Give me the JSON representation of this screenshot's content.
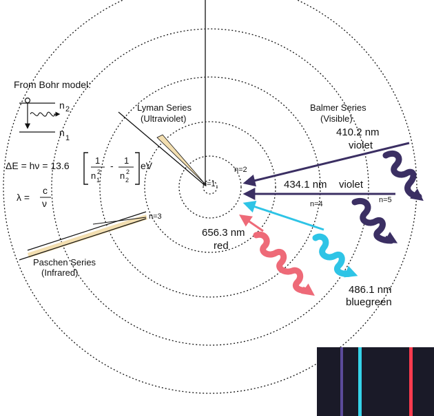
{
  "bohr_box": {
    "title": "From Bohr model:",
    "upper_level": "n",
    "upper_sub": "2",
    "lower_level": "n",
    "lower_sub": "1"
  },
  "formula": {
    "lhs": "ΔE = hν = 13.6",
    "frac1_num": "1",
    "frac1_den": "n",
    "frac1_den_sub": "1",
    "frac1_den_sup": "2",
    "minus": "-",
    "frac2_num": "1",
    "frac2_den": "n",
    "frac2_den_sub": "2",
    "frac2_den_sup": "2",
    "unit": "eV",
    "lambda_lhs": "λ =",
    "lambda_num": "c",
    "lambda_den": "ν"
  },
  "levels": {
    "n1": "n=1",
    "n2": "n=2",
    "n3": "n=3",
    "n4": "n=4",
    "n5": "n=5"
  },
  "series": {
    "lyman_name": "Lyman Series",
    "lyman_type": "(Ultraviolet)",
    "balmer_name": "Balmer Series",
    "balmer_type": "(Visible)",
    "paschen_name": "Paschen Series",
    "paschen_type": "(Infrared)"
  },
  "lines": {
    "l410_wl": "410.2 nm",
    "l410_color": "violet",
    "l434_wl": "434.1 nm",
    "l434_color": "violet",
    "l486_wl": "486.1 nm",
    "l486_color": "bluegreen",
    "l656_wl": "656.3 nm",
    "l656_color": "red"
  },
  "colors": {
    "violet": "#3b2f63",
    "bluegreen": "#2ec4e6",
    "red": "#ee6a78",
    "tan": "#f2deb0"
  },
  "spectrum_colors": {
    "violet_line": "#5a4a9a",
    "cyan_line": "#35d2e8",
    "red_line": "#ff3b4e"
  }
}
